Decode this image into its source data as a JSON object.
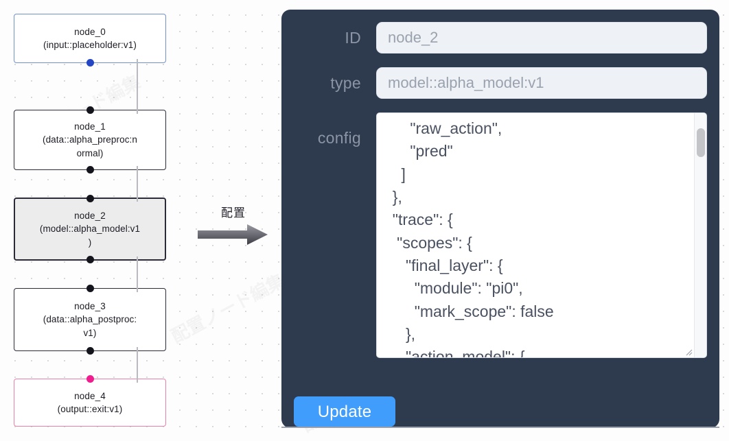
{
  "canvas": {
    "watermark_text": "配置ノード編集"
  },
  "graph": {
    "nodes": [
      {
        "id": "node_0",
        "label": "node_0\n(input::placeholder:v1)",
        "kind": "input",
        "selected": false,
        "handle_top": false,
        "handle_bottom": true,
        "handle_color": "blue"
      },
      {
        "id": "node_1",
        "label": "node_1\n(data::alpha_preproc:n\normal)",
        "kind": "default",
        "selected": false,
        "handle_top": true,
        "handle_bottom": true,
        "handle_color": "dark"
      },
      {
        "id": "node_2",
        "label": "node_2\n(model::alpha_model:v1\n)",
        "kind": "model",
        "selected": true,
        "handle_top": true,
        "handle_bottom": true,
        "handle_color": "dark"
      },
      {
        "id": "node_3",
        "label": "node_3\n(data::alpha_postproc:\nv1)",
        "kind": "default",
        "selected": false,
        "handle_top": true,
        "handle_bottom": true,
        "handle_color": "dark"
      },
      {
        "id": "node_4",
        "label": "node_4\n(output::exit:v1)",
        "kind": "output",
        "selected": false,
        "handle_top": true,
        "handle_bottom": false,
        "handle_color": "pink"
      }
    ]
  },
  "arrow": {
    "label": "配置"
  },
  "inspector": {
    "id_label": "ID",
    "id_value": "node_2",
    "type_label": "type",
    "type_value": "model::alpha_model:v1",
    "config_label": "config",
    "config_value": "      \"raw_action\",\n      \"pred\"\n    ]\n  },\n  \"trace\": {\n   \"scopes\": {\n     \"final_layer\": {\n       \"module\": \"pi0\",\n       \"mark_scope\": false\n     },\n     \"action_model\": {",
    "update_label": "Update"
  },
  "colors": {
    "panel_bg": "#2e3a4d",
    "input_node_border": "#7090cf",
    "output_node_border": "#ec7fa9",
    "output_handle": "#ef1d8e",
    "input_handle": "#2445c4",
    "selected_node_bg": "#ececec",
    "update_button": "#409dfb",
    "field_bg": "#eef1f6"
  }
}
